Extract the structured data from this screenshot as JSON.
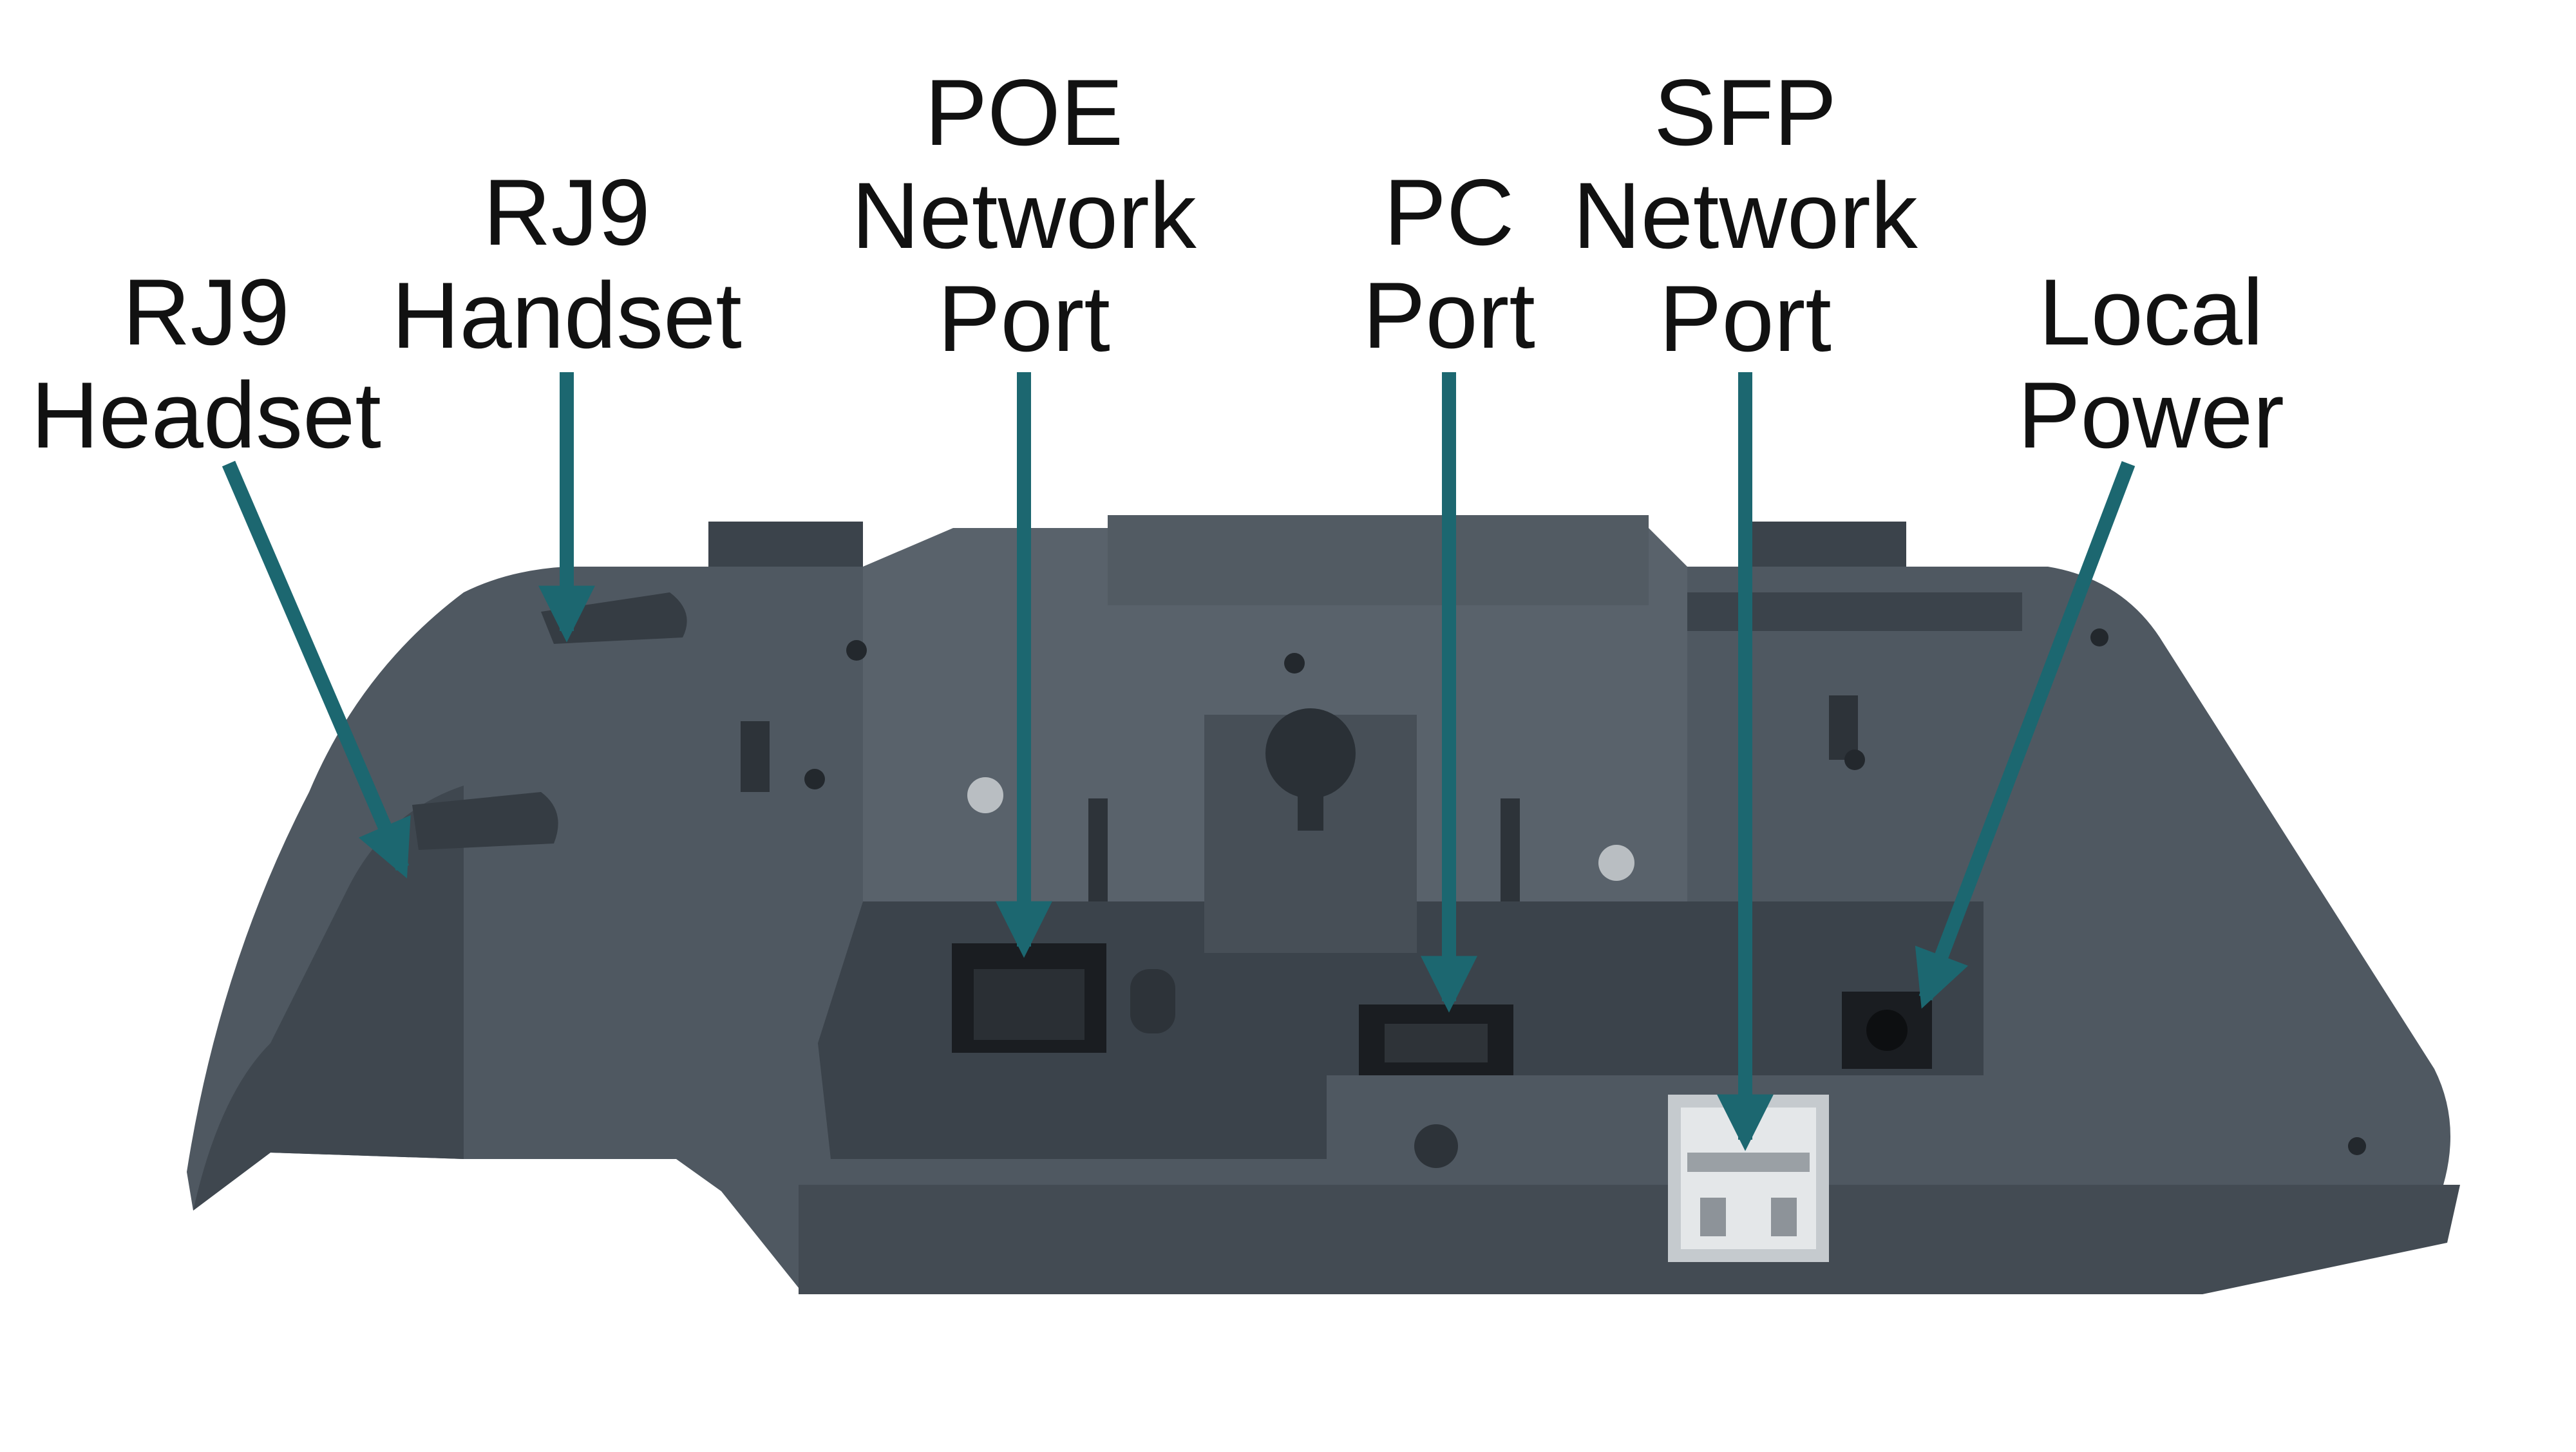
{
  "labels": {
    "headset": {
      "line1": "RJ9",
      "line2": "Headset"
    },
    "handset": {
      "line1": "RJ9",
      "line2": "Handset"
    },
    "poe": {
      "line1": "POE",
      "line2": "Network",
      "line3": "Port"
    },
    "pc": {
      "line1": "PC",
      "line2": "Port"
    },
    "sfp": {
      "line1": "SFP",
      "line2": "Network",
      "line3": "Port"
    },
    "power": {
      "line1": "Local",
      "line2": "Power"
    }
  },
  "colors": {
    "arrow": "#1c6770",
    "body": "#4f5861",
    "body_dark": "#3b434b",
    "body_light": "#5f6871",
    "port": "#1a1d21",
    "sfp_metal": "#d8dcde",
    "text": "#111111"
  }
}
